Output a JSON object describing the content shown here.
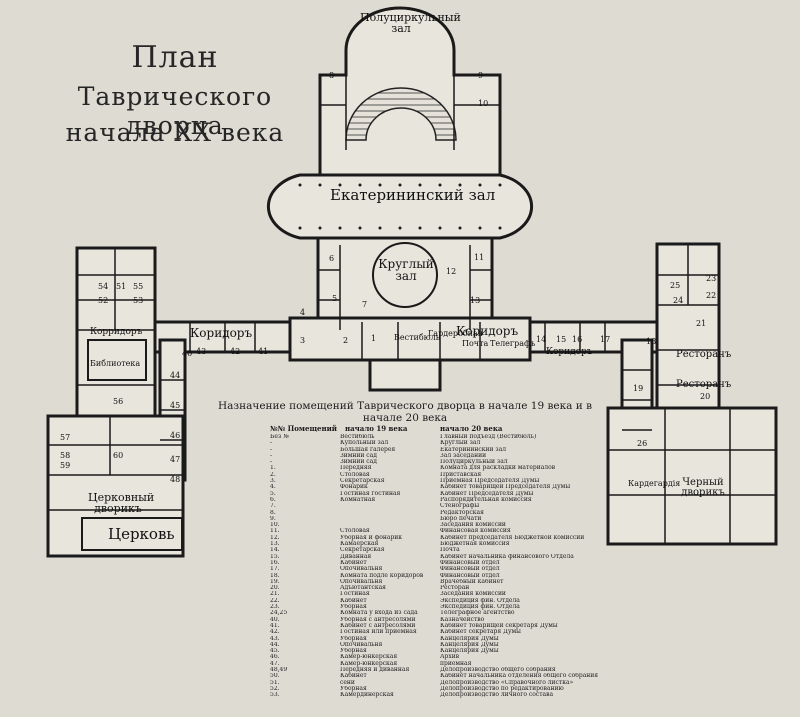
{
  "title": {
    "line1": "План",
    "line2": "Таврического дворца",
    "line3": "начала XX века"
  },
  "halls": {
    "semicircular": "Полуциркульный зал",
    "catherine": "Екатерининский зал",
    "round": "Круглый зал",
    "corridor_left": "Коридоръ",
    "corridor_center": "Коридоръ",
    "corridor_right": "Коридоръ",
    "corridor_far_left": "Корридоръ",
    "library": "Библиотека",
    "church_yard": "Церковный дворикъ",
    "church": "Церковь",
    "restaurant_1": "Ресторанъ",
    "restaurant_2": "Ресторанъ",
    "black_yard": "Черный дворикъ",
    "garden_yard": "Кардегардія",
    "vestibule": "Вестибюль",
    "wardrobe": "Гардеробная",
    "post": "Почта",
    "telegraph": "Телеграфъ"
  },
  "room_numbers": [
    "1",
    "2",
    "3",
    "4",
    "5",
    "6",
    "7",
    "8",
    "9",
    "10",
    "11",
    "12",
    "13",
    "14",
    "15",
    "16",
    "17",
    "18",
    "19",
    "20",
    "21",
    "22",
    "23",
    "24",
    "25",
    "26",
    "40",
    "41",
    "42",
    "43",
    "44",
    "45",
    "46",
    "47",
    "48",
    "51",
    "52",
    "53",
    "54",
    "55",
    "56",
    "57",
    "58",
    "59",
    "60"
  ],
  "caption": "Назначение помещений Таврического дворца в начале 19 века и в начале 20 века",
  "legend": {
    "headers": [
      "№№ Помещений",
      "начало 19 века",
      "начало 20 века"
    ],
    "rows": [
      [
        "Без №",
        "Вестибюль",
        "Главный подъезд (Вестибюль)"
      ],
      [
        "-",
        "Купольный зал",
        "Круглый зал"
      ],
      [
        "-",
        "Большая галерея",
        "Екатерининский зал"
      ],
      [
        "-",
        "Зимний сад",
        "Зал заседаний"
      ],
      [
        "-",
        "Зимний сад",
        "Полуциркульный зал"
      ],
      [
        "1.",
        "Передняя",
        "Комната для раскладки материалов"
      ],
      [
        "2.",
        "Столовая",
        "Приставская"
      ],
      [
        "3.",
        "Секретарская",
        "Приемная Председателя Думы"
      ],
      [
        "4.",
        "Фонарик",
        "Кабинет товарищей Председателя Думы"
      ],
      [
        "5.",
        "Гостиная гостиная",
        "Кабинет Председателя Думы"
      ],
      [
        "6.",
        "Комнатная",
        "Распорядительная комиссия"
      ],
      [
        "7.",
        "",
        "Стенографы"
      ],
      [
        "8.",
        "",
        "Редакторская"
      ],
      [
        "9.",
        "",
        "Бюро печати"
      ],
      [
        "10.",
        "",
        "Заседания комиссий"
      ],
      [
        "11.",
        "Столовая",
        "Финансовая комиссия"
      ],
      [
        "12.",
        "Уборная и фонарик",
        "Кабинет председателя Бюджетной комиссии"
      ],
      [
        "13.",
        "Камаерская",
        "Бюджетная комиссия"
      ],
      [
        "14.",
        "Секретарская",
        "Почта"
      ],
      [
        "15.",
        "Диванная",
        "Кабинет начальника финансового Отдела"
      ],
      [
        "16.",
        "Кабинет",
        "Финансовый отдел"
      ],
      [
        "17.",
        "Опочивальня",
        "Финансовый отдел"
      ],
      [
        "18.",
        "Комната подле коридоров",
        "Финансовый отдел"
      ],
      [
        "19.",
        "Опочивальня",
        "Врачебный кабинет"
      ],
      [
        "20.",
        "Адъютантская",
        "Ресторан"
      ],
      [
        "21.",
        "Гостиная",
        "Заседания комиссий"
      ],
      [
        "22.",
        "Кабинет",
        "Экспедиция фин. Отдела"
      ],
      [
        "23.",
        "Уборная",
        "Экспедиция фин. Отдела"
      ],
      [
        "24,25",
        "Комната у входа из сада",
        "Телеграфное агентство"
      ],
      [
        "40.",
        "Уборная с антресолями",
        "Казначейство"
      ],
      [
        "41.",
        "Кабинет с антресолями",
        "Кабинет товарищей секретаря Думы"
      ],
      [
        "42.",
        "Гостиная или приемная",
        "Кабинет секретаря Думы"
      ],
      [
        "43.",
        "Уборная",
        "Канцелярия Думы"
      ],
      [
        "44.",
        "Опочивальня",
        "Канцелярия Думы"
      ],
      [
        "45.",
        "Уборная",
        "Канцелярия Думы"
      ],
      [
        "46.",
        "Камер-юнкерская",
        "Архив"
      ],
      [
        "47.",
        "Камер-юнкерская",
        "приемная"
      ],
      [
        "48,49",
        "Передняя и диванная",
        "Делопроизводство общего собрания"
      ],
      [
        "50.",
        "Кабинет",
        "Кабинет начальника отделения общего собрания"
      ],
      [
        "51.",
        "сени",
        "Делопроизводство «Справочного листка»"
      ],
      [
        "52.",
        "Уборная",
        "Делопроизводство по редактированию"
      ],
      [
        "53.",
        "Камердинерская",
        "Делопроизводство личного состава"
      ]
    ]
  }
}
